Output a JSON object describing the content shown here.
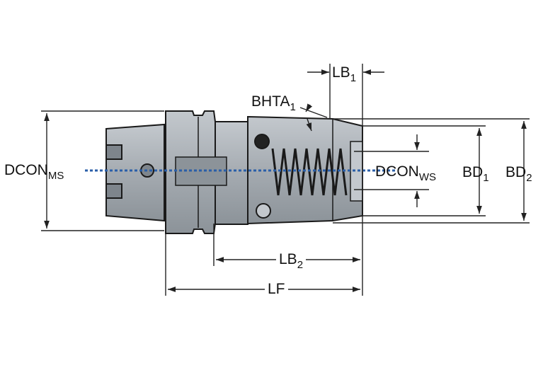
{
  "dimensions": {
    "lb1": {
      "main": "LB",
      "sub": "1"
    },
    "bhta1": {
      "main": "BHTA",
      "sub": "1"
    },
    "dcon_ms": {
      "main": "DCON",
      "sub": "MS"
    },
    "dcon_ws": {
      "main": "DCON",
      "sub": "WS"
    },
    "bd1": {
      "main": "BD",
      "sub": "1"
    },
    "bd2": {
      "main": "BD",
      "sub": "2"
    },
    "lb2": {
      "main": "LB",
      "sub": "2"
    },
    "lf": {
      "main": "LF",
      "sub": ""
    }
  },
  "colors": {
    "body": "#a5abb1",
    "body_dark": "#7e858c",
    "body_light": "#c3c8cd",
    "outline": "#1a1a1a",
    "centerline": "#2a5fa8",
    "dim": "#222222"
  }
}
